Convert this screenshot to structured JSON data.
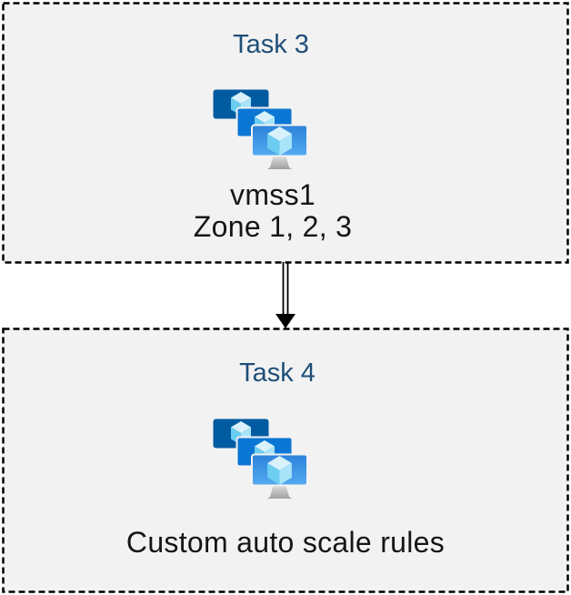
{
  "diagram": {
    "tasks": [
      {
        "title": "Task 3",
        "icon": "vm-scale-sets",
        "labels": [
          "vmss1",
          "Zone 1, 2, 3"
        ]
      },
      {
        "title": "Task 4",
        "icon": "vm-scale-sets",
        "labels": [
          "Custom auto scale rules"
        ]
      }
    ],
    "connector": {
      "shape": "double-line-arrow",
      "direction": "down"
    }
  },
  "colors": {
    "title-blue": "#1f4e79",
    "body-text": "#161616",
    "box-fill": "#f2f2f2",
    "box-border": "#000000",
    "monitor-back": "#005ba1",
    "monitor-mid": "#0b76d4",
    "monitor-front-top": "#2c82da",
    "monitor-front-bottom": "#54aaf0",
    "cube-top": "#d8f1fb",
    "cube-left": "#6bcdf0",
    "cube-right": "#a7e4f8",
    "stand-top": "#e3e3e3",
    "stand-bottom": "#9f9f9f",
    "arrow": "#000000"
  }
}
